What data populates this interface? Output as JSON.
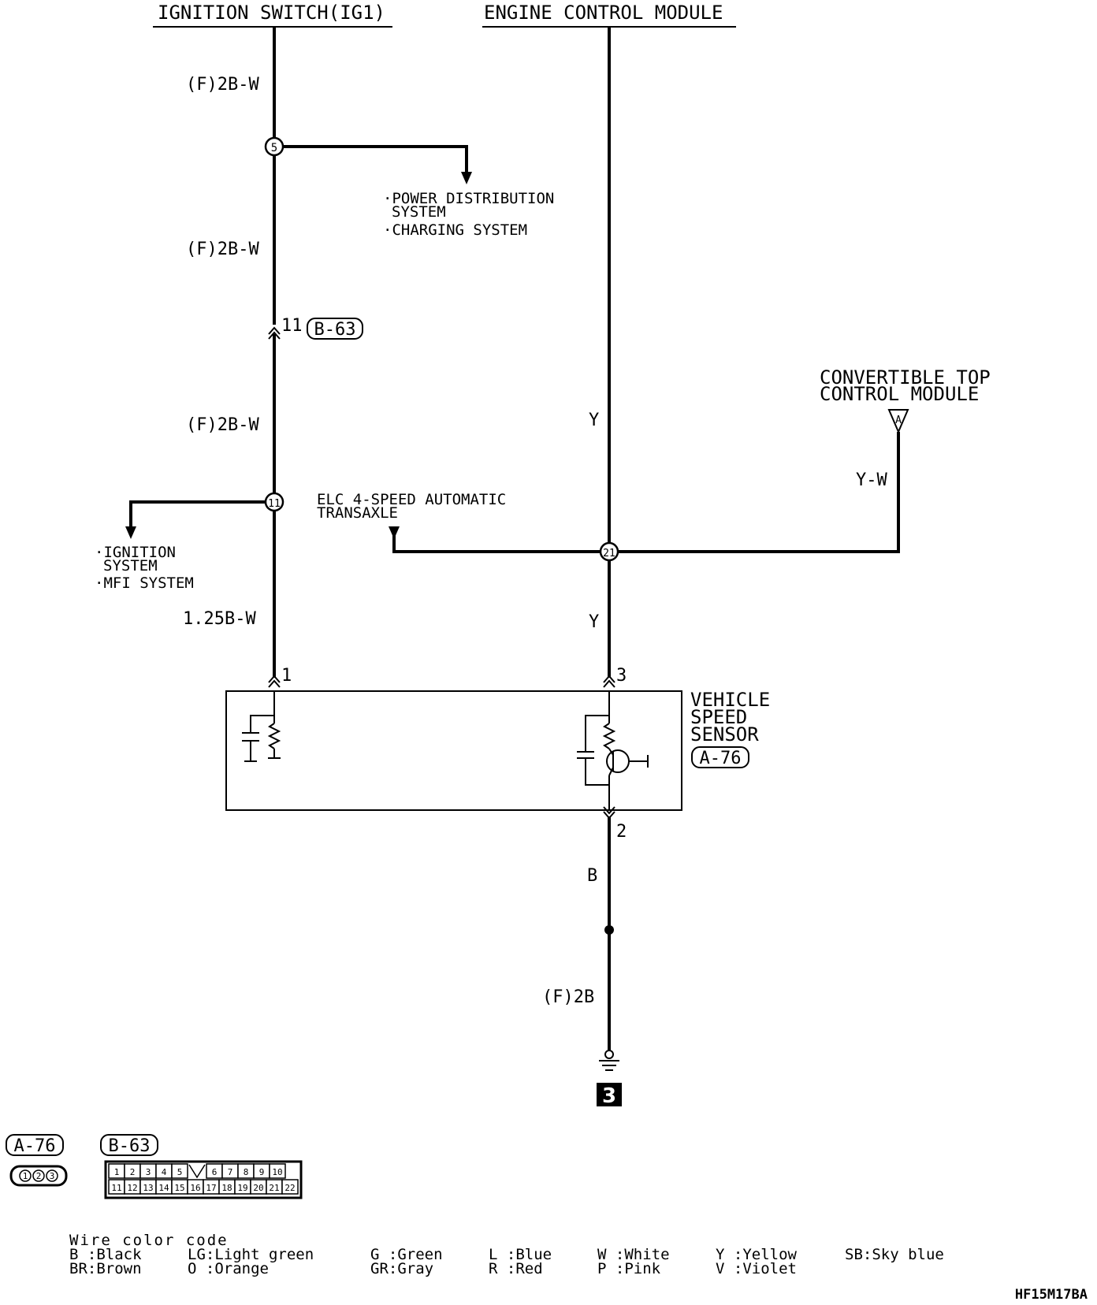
{
  "headers": {
    "ignition_switch": "IGNITION SWITCH(IG1)",
    "ecm": "ENGINE CONTROL MODULE"
  },
  "wires": {
    "ig_top": "(F)2B-W",
    "ig_mid": "(F)2B-W",
    "ig_low": "(F)2B-W",
    "ig_sensor": "1.25B-W",
    "ecm_upper": "Y",
    "ecm_lower": "Y",
    "convertible": "Y-W",
    "ground_upper": "B",
    "ground_lower": "(F)2B"
  },
  "junctions": {
    "j5": "5",
    "j11": "11",
    "j21": "21"
  },
  "connector_ref": {
    "pin": "11",
    "id": "B-63"
  },
  "branches": {
    "power_line1": "·POWER DISTRIBUTION",
    "power_line2": "SYSTEM",
    "charging": "·CHARGING SYSTEM",
    "ignition_line1": "·IGNITION",
    "ignition_line2": "SYSTEM",
    "mfi": "·MFI SYSTEM",
    "elc_line1": "ELC 4-SPEED AUTOMATIC",
    "elc_line2": "TRANSAXLE",
    "conv_line1": "CONVERTIBLE TOP",
    "conv_line2": "CONTROL MODULE",
    "conv_pin": "A"
  },
  "sensor": {
    "name_line1": "VEHICLE",
    "name_line2": "SPEED",
    "name_line3": "SENSOR",
    "connector": "A-76",
    "pin1": "1",
    "pin2": "2",
    "pin3": "3"
  },
  "ground": {
    "number": "3"
  },
  "connectors_legend": {
    "a76": {
      "label": "A-76",
      "pins": [
        "1",
        "2",
        "3"
      ]
    },
    "b63": {
      "label": "B-63",
      "row1": [
        "1",
        "2",
        "3",
        "4",
        "5",
        "",
        "6",
        "7",
        "8",
        "9",
        "10"
      ],
      "row2": [
        "11",
        "12",
        "13",
        "14",
        "15",
        "16",
        "17",
        "18",
        "19",
        "20",
        "21",
        "22"
      ]
    }
  },
  "color_code": {
    "title": "Wire color code",
    "row1": [
      "B :Black",
      "LG:Light green",
      "G :Green",
      "L :Blue",
      "W :White",
      "Y :Yellow",
      "SB:Sky blue"
    ],
    "row2": [
      "BR:Brown",
      "O :Orange",
      "GR:Gray",
      "R :Red",
      "P :Pink",
      "V :Violet"
    ]
  },
  "diagram_id": "HF15M17BA"
}
